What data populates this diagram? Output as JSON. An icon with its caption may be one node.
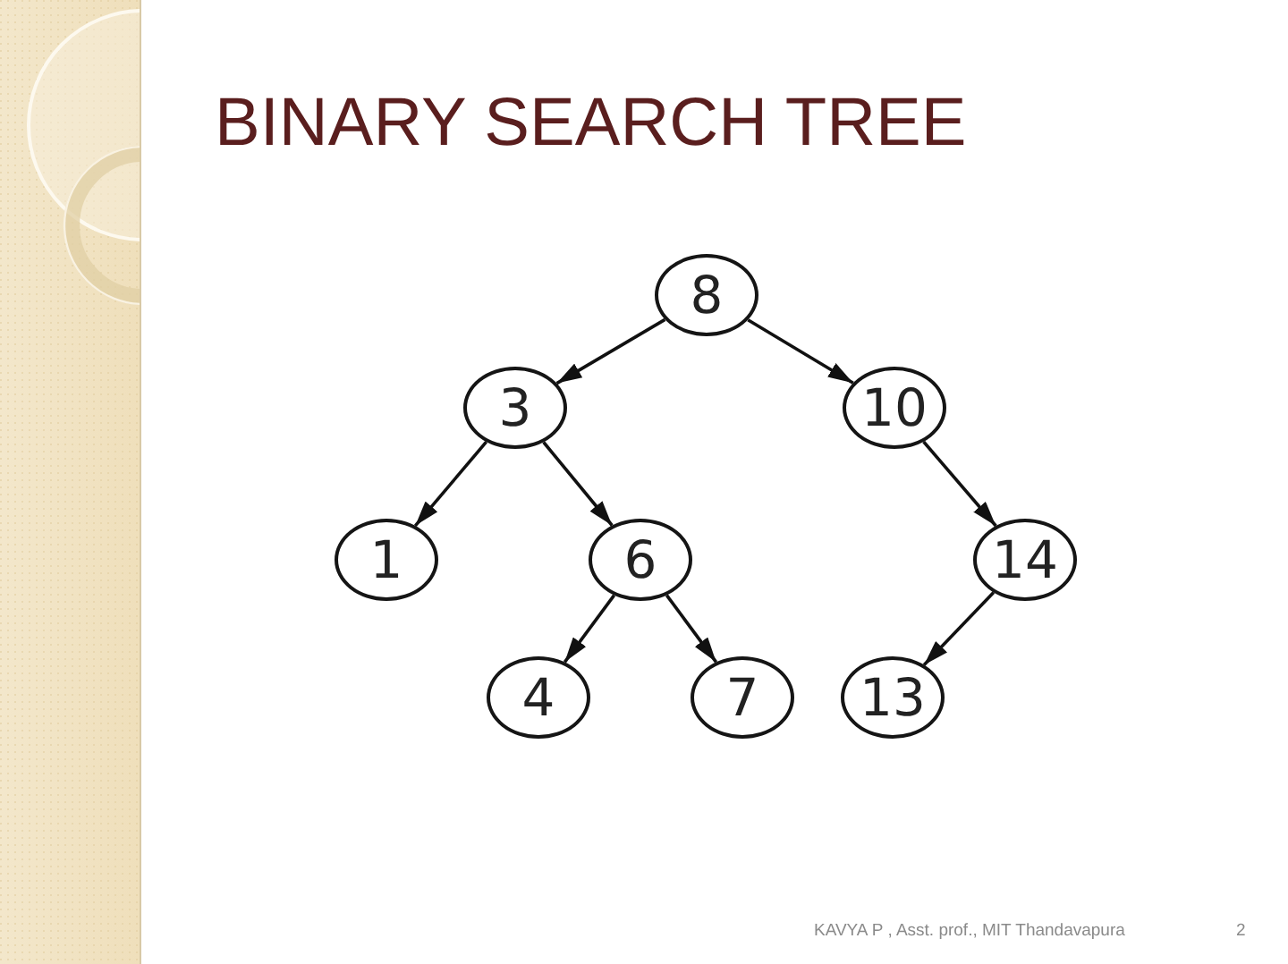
{
  "diagram": {
    "title": "BINARY SEARCH TREE",
    "nodes": [
      {
        "text": [
          "8"
        ]
      },
      {
        "text": [
          "3"
        ]
      },
      {
        "text": [
          "10"
        ]
      },
      {
        "text": [
          "1"
        ]
      },
      {
        "text": [
          "6"
        ]
      },
      {
        "text": [
          "14"
        ]
      },
      {
        "text": [
          "4"
        ]
      },
      {
        "text": [
          "7"
        ]
      },
      {
        "text": [
          "13"
        ]
      }
    ],
    "edges": [
      {
        "from": 0,
        "to": 1,
        "arrow": "to"
      },
      {
        "from": 0,
        "to": 2,
        "arrow": "to"
      },
      {
        "from": 1,
        "to": 3,
        "arrow": "to"
      },
      {
        "from": 1,
        "to": 4,
        "arrow": "to"
      },
      {
        "from": 2,
        "to": 5,
        "arrow": "to"
      },
      {
        "from": 4,
        "to": 6,
        "arrow": "to"
      },
      {
        "from": 4,
        "to": 7,
        "arrow": "to"
      },
      {
        "from": 5,
        "to": 8,
        "arrow": "to"
      }
    ],
    "labels": [
      "KAVYA P , Asst. prof., MIT Thandavapura",
      "2"
    ]
  }
}
